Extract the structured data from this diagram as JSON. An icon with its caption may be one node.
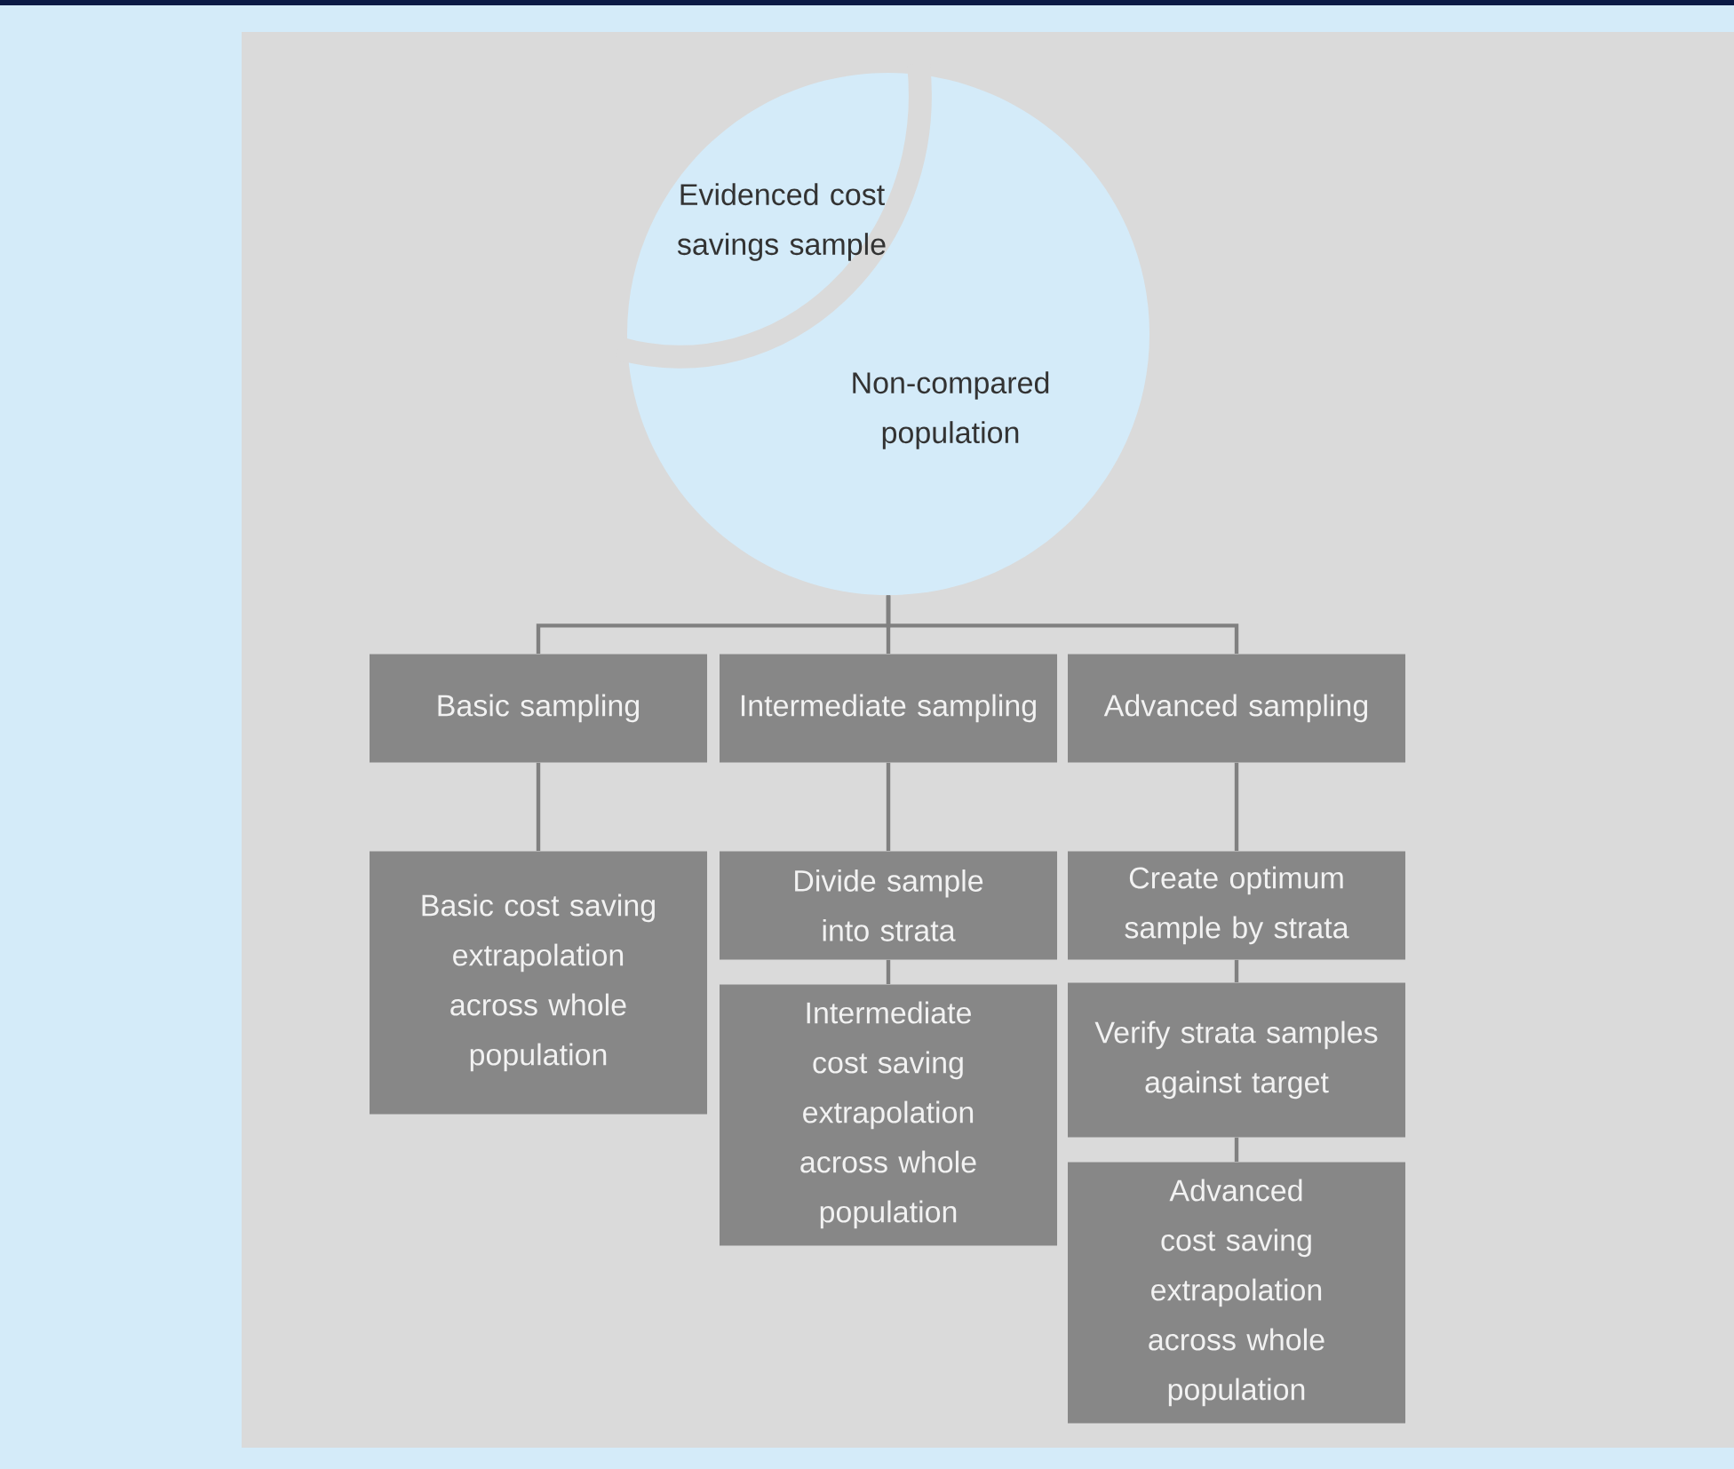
{
  "diagram": {
    "nodes": [
      {
        "text": [
          "Non-compared population"
        ]
      },
      {
        "text": [
          "Evidenced cost savings sample"
        ],
        "in": 0
      },
      {
        "text": [
          "Basic sampling"
        ]
      },
      {
        "text": [
          "Intermediate sampling"
        ]
      },
      {
        "text": [
          "Advanced sampling"
        ]
      },
      {
        "text": [
          "Basic cost saving extrapolation across whole population"
        ]
      },
      {
        "text": [
          "Divide sample into strata"
        ]
      },
      {
        "text": [
          "Intermediate cost saving extrapolation across whole population"
        ]
      },
      {
        "text": [
          "Create optimum sample by strata"
        ]
      },
      {
        "text": [
          "Verify strata samples against target"
        ]
      },
      {
        "text": [
          "Advanced cost saving extrapolation across whole population"
        ]
      }
    ],
    "edges": [
      {
        "from": 0,
        "to": 2,
        "arrow": "none"
      },
      {
        "from": 0,
        "to": 3,
        "arrow": "none"
      },
      {
        "from": 0,
        "to": 4,
        "arrow": "none"
      },
      {
        "from": 2,
        "to": 5,
        "arrow": "none"
      },
      {
        "from": 3,
        "to": 6,
        "arrow": "none"
      },
      {
        "from": 6,
        "to": 7,
        "arrow": "none"
      },
      {
        "from": 4,
        "to": 8,
        "arrow": "none"
      },
      {
        "from": 8,
        "to": 9,
        "arrow": "none"
      },
      {
        "from": 9,
        "to": 10,
        "arrow": "none"
      }
    ]
  }
}
